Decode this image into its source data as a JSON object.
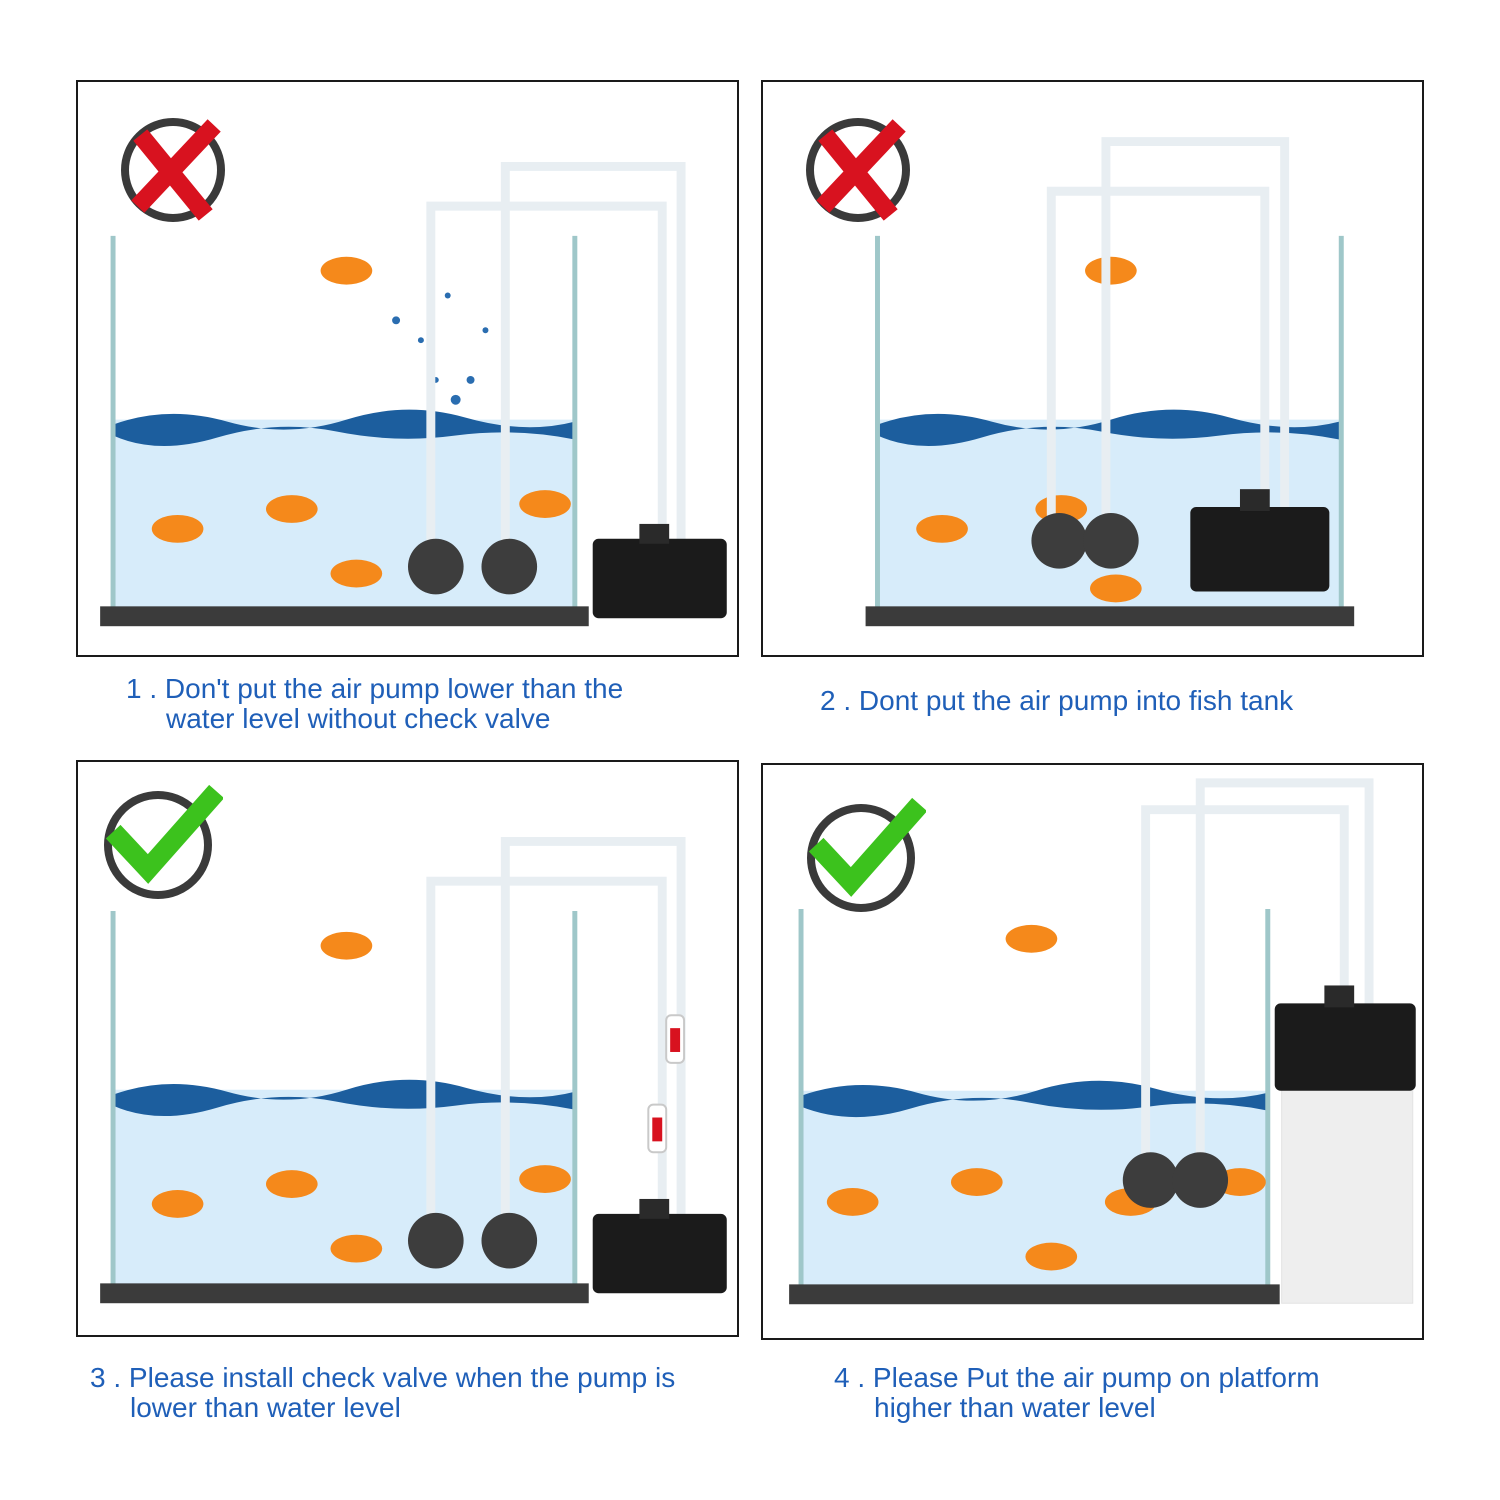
{
  "colors": {
    "caption": "#1f5fb8",
    "wrong": "#d8121f",
    "right": "#3cc21d",
    "badge_ring": "#3a3a3a",
    "water": "#d7ecfa",
    "water_surface": "#1c5e9e",
    "pump": "#1b1b1b",
    "stone": "#3d3d3d",
    "fish": "#f5891b",
    "valve": "#d8121f",
    "platform": "#eeeeee"
  },
  "panels": [
    {
      "verdict": "wrong",
      "badge_icon": "cross-icon",
      "pump_position": "beside-tank-low",
      "check_valve": false,
      "platform": false,
      "caption": {
        "number": "1 .",
        "line1": "Don't put the air pump lower than the",
        "line2": "water level without check valve"
      }
    },
    {
      "verdict": "wrong",
      "badge_icon": "cross-icon",
      "pump_position": "inside-tank",
      "check_valve": false,
      "platform": false,
      "caption": {
        "number": "2 .",
        "line1": "Dont put the air pump into fish tank",
        "line2": ""
      }
    },
    {
      "verdict": "right",
      "badge_icon": "check-icon",
      "pump_position": "beside-tank-low",
      "check_valve": true,
      "platform": false,
      "caption": {
        "number": "3 .",
        "line1": "Please install check valve when the pump is",
        "line2": "lower than water level"
      }
    },
    {
      "verdict": "right",
      "badge_icon": "check-icon",
      "pump_position": "on-platform",
      "check_valve": false,
      "platform": true,
      "caption": {
        "number": "4 .",
        "line1": "Please Put the air pump on platform",
        "line2": "higher than water level"
      }
    }
  ]
}
